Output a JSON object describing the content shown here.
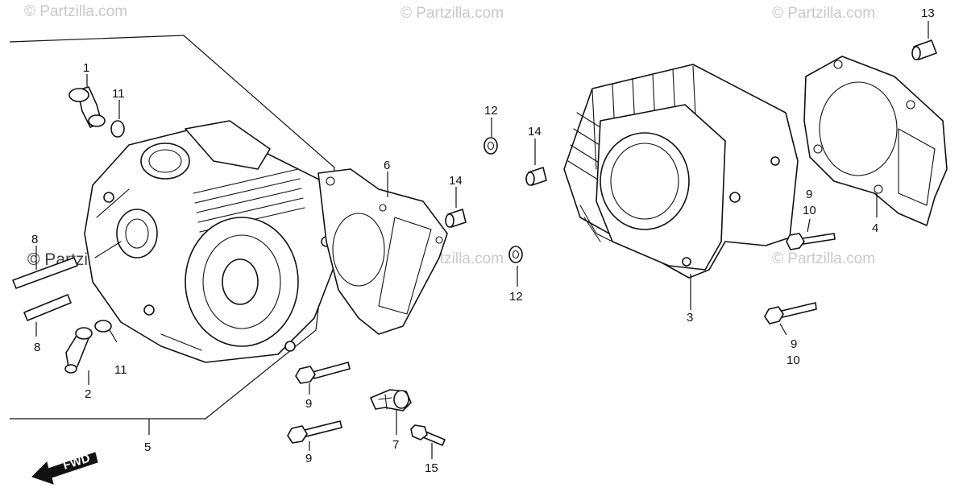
{
  "watermarks": [
    {
      "id": "wm-top-left",
      "text": "© Partzilla.com"
    },
    {
      "id": "wm-top-center",
      "text": "© Partzilla.com"
    },
    {
      "id": "wm-top-right",
      "text": "© Partzilla.com"
    },
    {
      "id": "wm-left-dark",
      "text": "© Partzilla.com"
    },
    {
      "id": "wm-mid",
      "text": "© Partzilla.com"
    },
    {
      "id": "wm-right",
      "text": "© Partzilla.com"
    }
  ],
  "direction_label": "FWD",
  "callouts": [
    {
      "id": "c1",
      "text": "1"
    },
    {
      "id": "c11a",
      "text": "11"
    },
    {
      "id": "c11b",
      "text": "11"
    },
    {
      "id": "c8a",
      "text": "8"
    },
    {
      "id": "c8b",
      "text": "8"
    },
    {
      "id": "c2",
      "text": "2"
    },
    {
      "id": "c5",
      "text": "5"
    },
    {
      "id": "c6",
      "text": "6"
    },
    {
      "id": "c14a",
      "text": "14"
    },
    {
      "id": "c14b",
      "text": "14"
    },
    {
      "id": "c12a",
      "text": "12"
    },
    {
      "id": "c12b",
      "text": "12"
    },
    {
      "id": "c13",
      "text": "13"
    },
    {
      "id": "c3",
      "text": "3"
    },
    {
      "id": "c4",
      "text": "4"
    },
    {
      "id": "c9a",
      "text": "9"
    },
    {
      "id": "c10a",
      "text": "10"
    },
    {
      "id": "c9b",
      "text": "9"
    },
    {
      "id": "c10b",
      "text": "10"
    },
    {
      "id": "c9c",
      "text": "9"
    },
    {
      "id": "c9d",
      "text": "9"
    },
    {
      "id": "c7",
      "text": "7"
    },
    {
      "id": "c15",
      "text": "15"
    }
  ]
}
